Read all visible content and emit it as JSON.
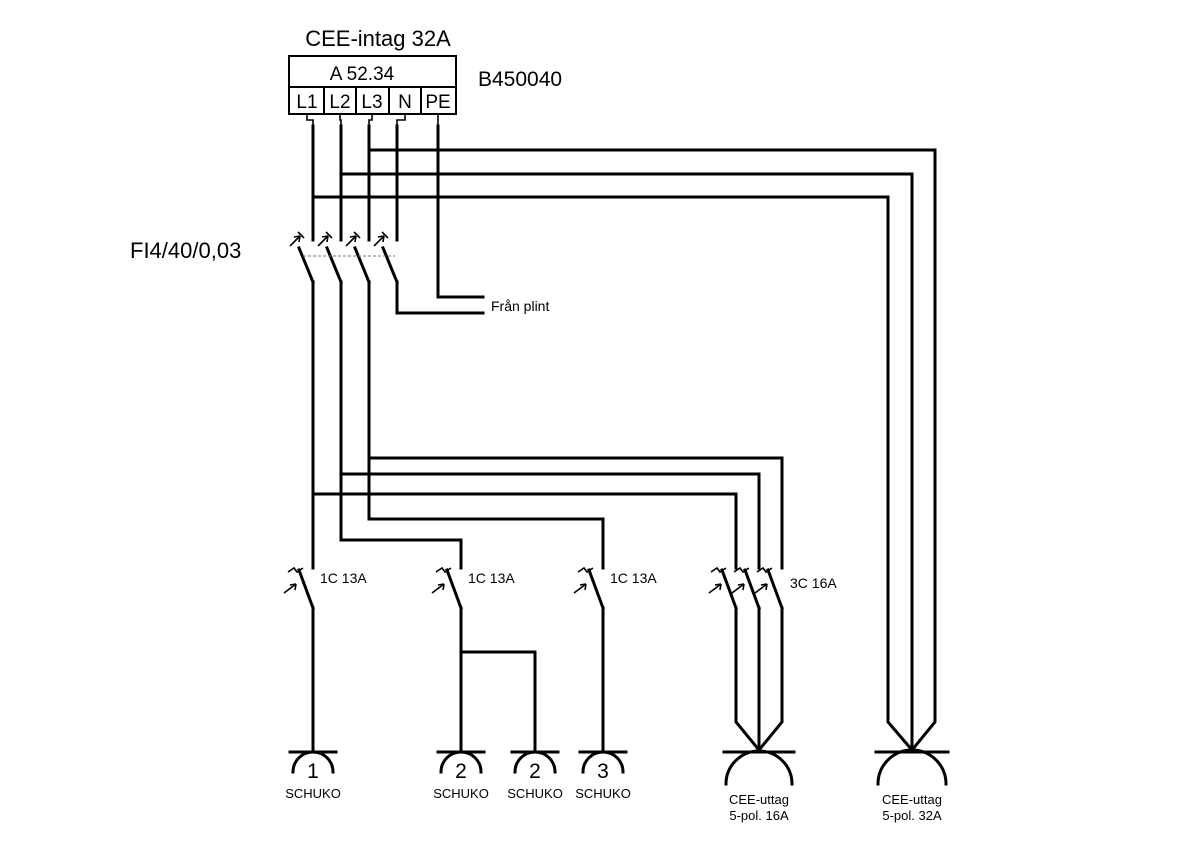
{
  "inlet": {
    "title": "CEE-intag 32A",
    "ref": "A 52.34",
    "article": "B450040",
    "terminals": [
      "L1",
      "L2",
      "L3",
      "N",
      "PE"
    ]
  },
  "rcd": {
    "label": "FI4/40/0,03"
  },
  "feed": {
    "label": "Från plint"
  },
  "breakers": [
    {
      "label": "1C 13A"
    },
    {
      "label": "1C 13A"
    },
    {
      "label": "1C 13A"
    },
    {
      "label": "3C 16A"
    }
  ],
  "outlets": [
    {
      "number": "1",
      "type": "SCHUKO"
    },
    {
      "number": "2",
      "type": "SCHUKO"
    },
    {
      "number": "2",
      "type": "SCHUKO"
    },
    {
      "number": "3",
      "type": "SCHUKO"
    },
    {
      "line1": "CEE-uttag",
      "line2": "5-pol. 16A"
    },
    {
      "line1": "CEE-uttag",
      "line2": "5-pol. 32A"
    }
  ]
}
